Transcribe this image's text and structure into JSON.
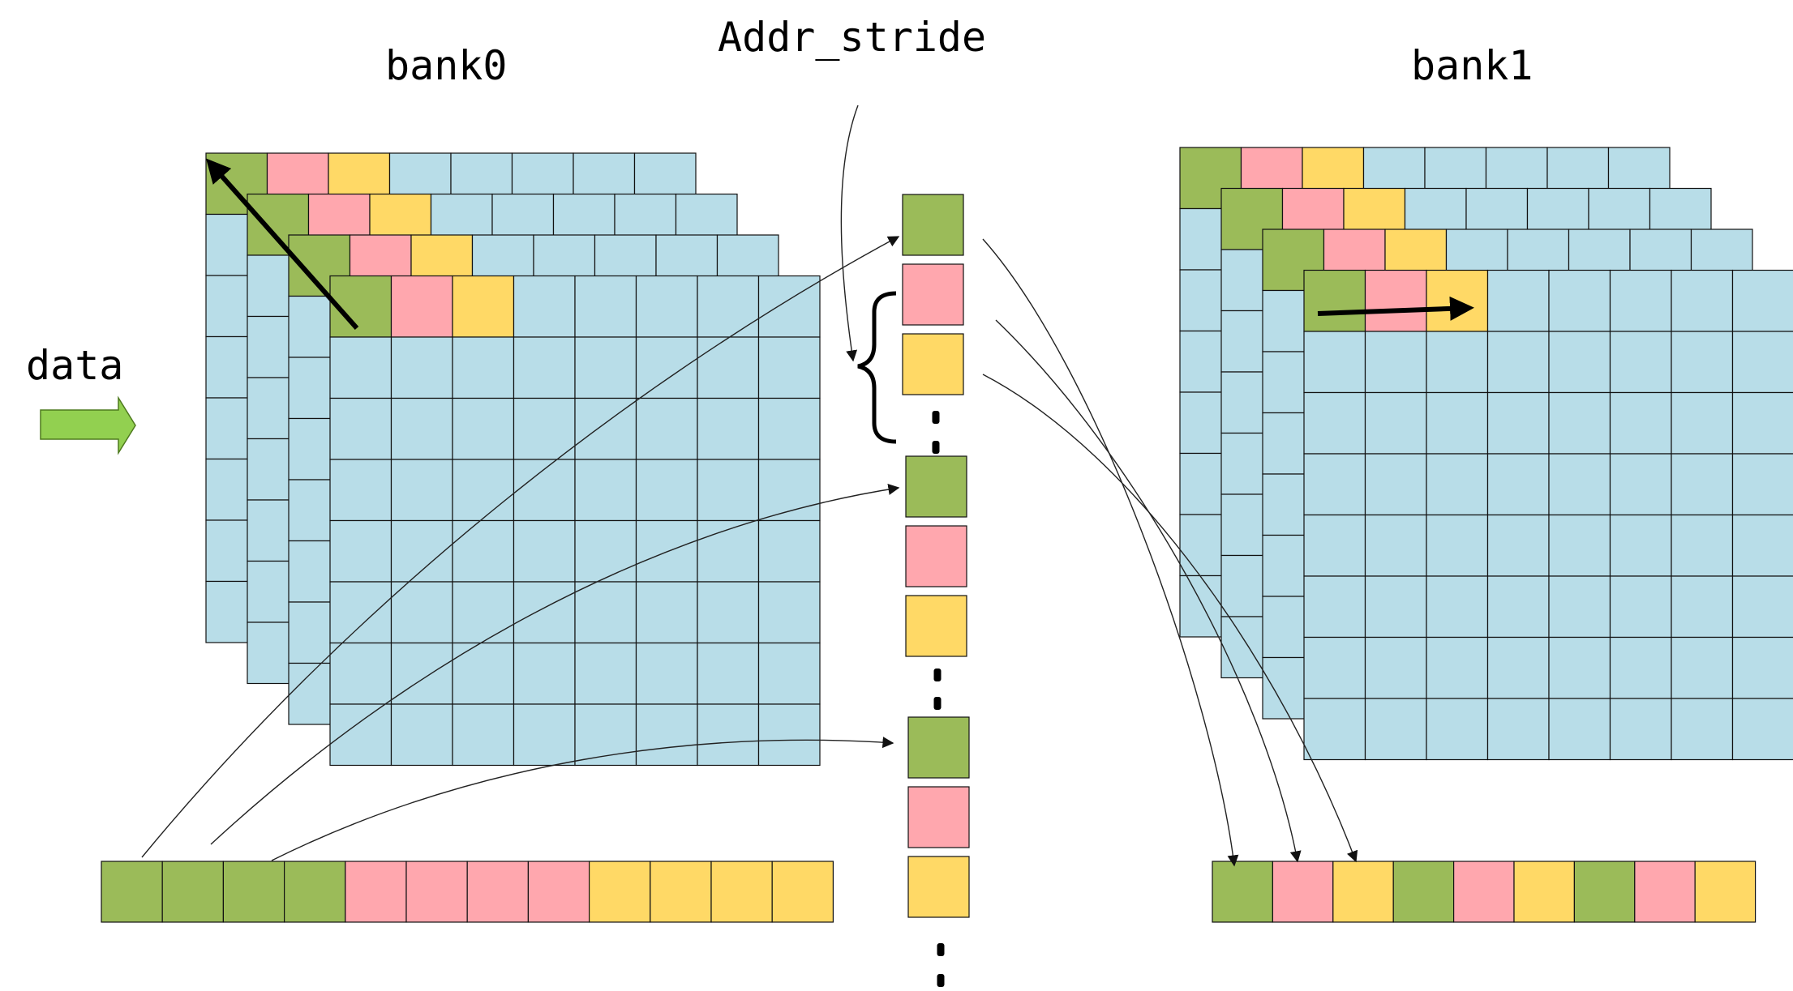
{
  "labels": {
    "bank0": "bank0",
    "bank1": "bank1",
    "addr_stride": "Addr_stride",
    "data": "data"
  },
  "colors": {
    "green": "#9BBB59",
    "pink": "#FFA7AE",
    "yellow": "#FFD966",
    "blue": "#B8DDE8",
    "arrow_green": "#92D050",
    "stroke": "#111111"
  },
  "bank0": {
    "layers": 4,
    "grid_size": 8,
    "highlighted_cells": [
      "green",
      "pink",
      "yellow"
    ]
  },
  "bank1": {
    "layers": 4,
    "grid_size": 8,
    "highlighted_cells": [
      "green",
      "pink",
      "yellow"
    ]
  },
  "addr_stride_column": {
    "groups": [
      [
        "green",
        "pink",
        "yellow"
      ],
      [
        "green",
        "pink",
        "yellow"
      ],
      [
        "green",
        "pink",
        "yellow"
      ]
    ]
  },
  "bank0_output_row": [
    "green",
    "green",
    "green",
    "green",
    "pink",
    "pink",
    "pink",
    "pink",
    "yellow",
    "yellow",
    "yellow",
    "yellow"
  ],
  "bank1_output_row": [
    "green",
    "pink",
    "yellow",
    "green",
    "pink",
    "yellow",
    "green",
    "pink",
    "yellow"
  ]
}
